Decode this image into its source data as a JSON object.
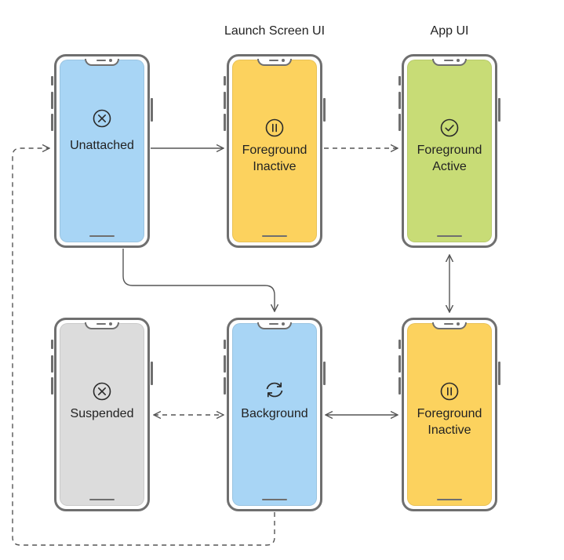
{
  "headers": {
    "launch_screen": "Launch Screen UI",
    "app_ui": "App UI"
  },
  "colors": {
    "blue": "#a8d5f5",
    "yellow": "#fcd25e",
    "green": "#c8dc76",
    "gray": "#dcdcdc",
    "frame": "#6f6f6f",
    "arrow": "#555555"
  },
  "states": {
    "unattached": {
      "lines": [
        "Unattached"
      ],
      "icon": "x-circle-icon",
      "color": "#a8d5f5"
    },
    "fg_inactive_launch": {
      "lines": [
        "Foreground",
        "Inactive"
      ],
      "icon": "pause-circle-icon",
      "color": "#fcd25e"
    },
    "fg_active": {
      "lines": [
        "Foreground",
        "Active"
      ],
      "icon": "check-circle-icon",
      "color": "#c8dc76"
    },
    "suspended": {
      "lines": [
        "Suspended"
      ],
      "icon": "x-circle-icon",
      "color": "#dcdcdc"
    },
    "background": {
      "lines": [
        "Background"
      ],
      "icon": "refresh-icon",
      "color": "#a8d5f5"
    },
    "fg_inactive_app": {
      "lines": [
        "Foreground",
        "Inactive"
      ],
      "icon": "pause-circle-icon",
      "color": "#fcd25e"
    }
  }
}
